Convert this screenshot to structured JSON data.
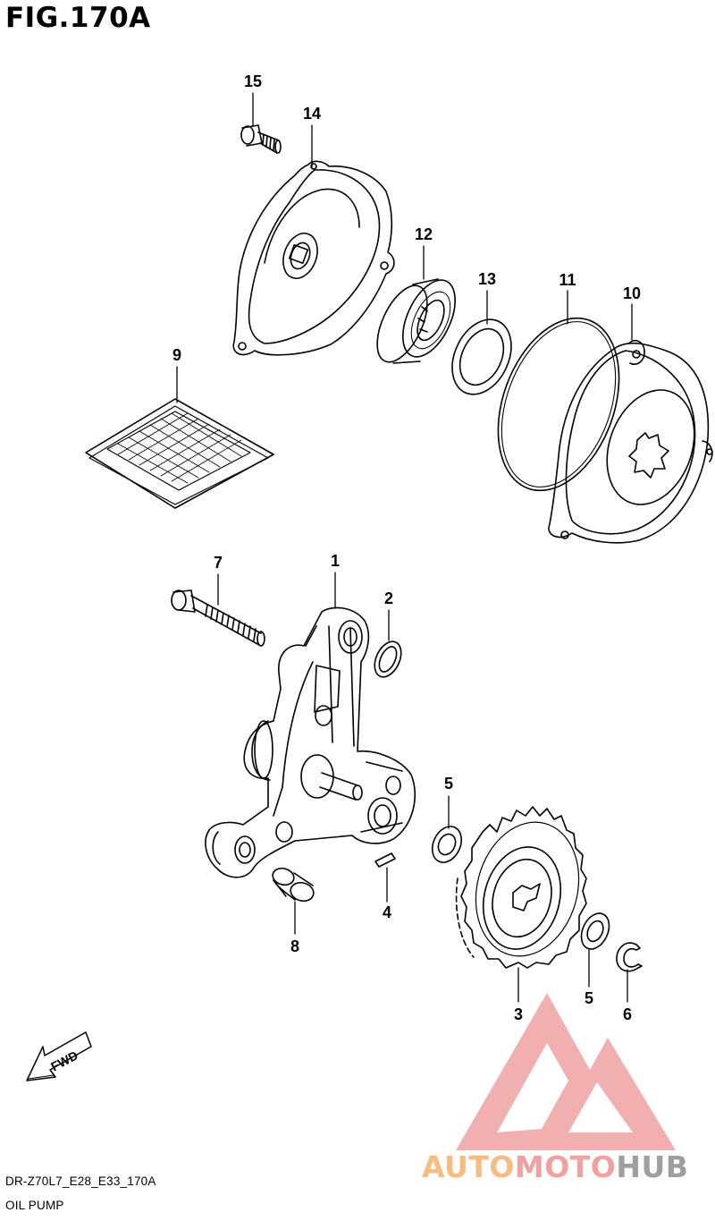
{
  "figure": {
    "title": "FIG.170A"
  },
  "footer": {
    "model_code": "DR-Z70L7_E28_E33_170A",
    "section_name": "OIL PUMP"
  },
  "callouts": [
    "1",
    "2",
    "3",
    "4",
    "5",
    "5",
    "6",
    "7",
    "8",
    "9",
    "10",
    "11",
    "12",
    "13",
    "14",
    "15"
  ],
  "fwd_label": "FWD",
  "watermark": {
    "part1": "AUTO",
    "part2": "MOTO",
    "part3": "HUB"
  },
  "colors": {
    "line": "#000000",
    "watermark_orange": "#f7bd80",
    "watermark_red": "#f0a1a1",
    "watermark_gray": "#9f9f9f"
  },
  "icons": [
    "fwd-arrow-icon",
    "automotohub-logo-icon"
  ]
}
